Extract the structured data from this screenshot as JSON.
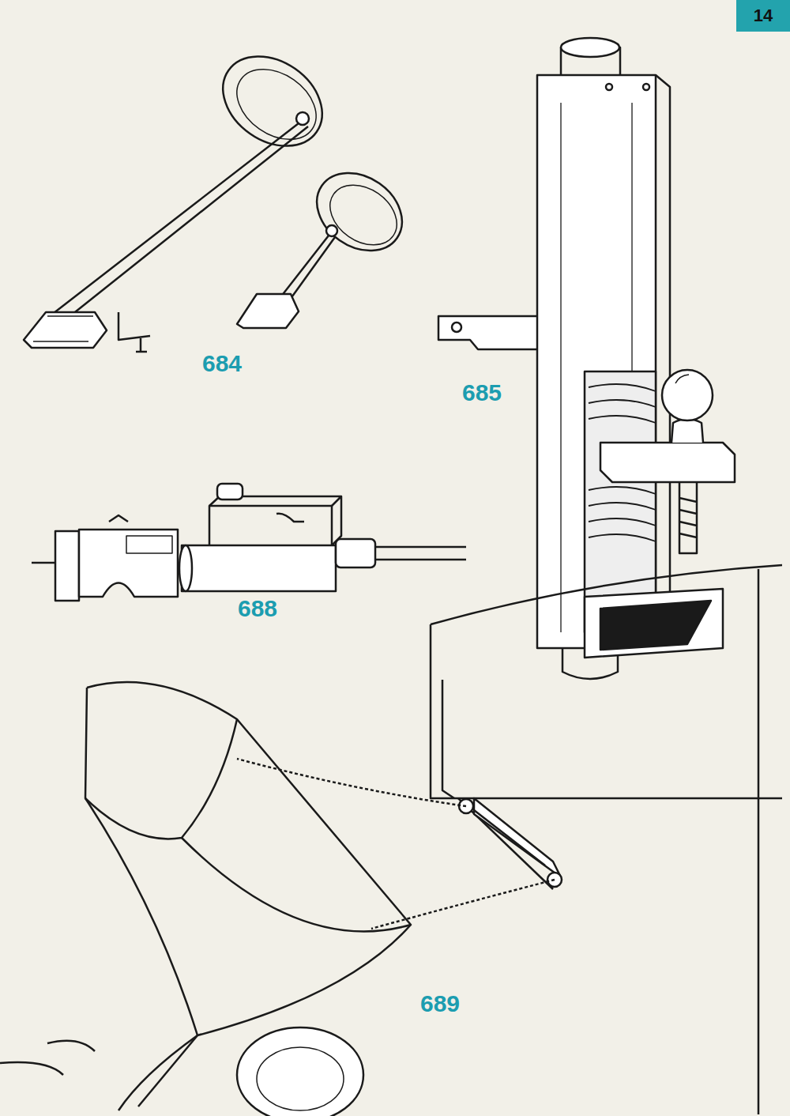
{
  "diagram": {
    "nodes": [
      {
        "text": [
          "14"
        ]
      }
    ],
    "labels": [
      "684",
      "685",
      "688",
      "689"
    ]
  }
}
